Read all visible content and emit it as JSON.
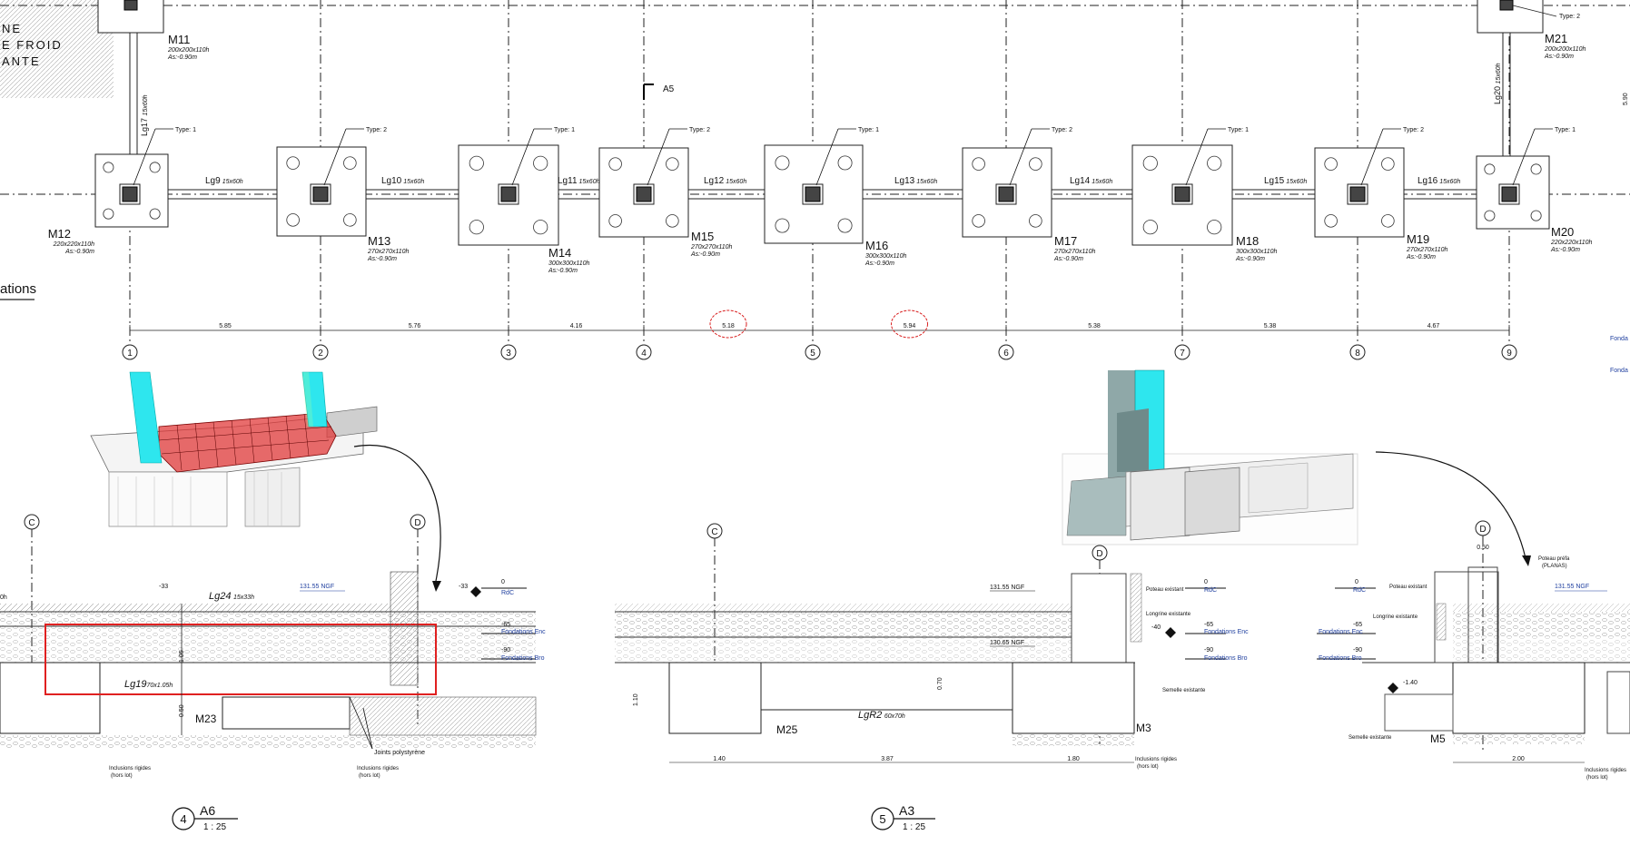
{
  "plan": {
    "corner_text": [
      "NE",
      "E FROID",
      "ANTE"
    ],
    "section_marker": "A5",
    "partial_title": "ations",
    "right_edge_labels": [
      "Fonda",
      "Fonda"
    ],
    "right_edge_dim": "5.90",
    "grid_axes": [
      "1",
      "2",
      "3",
      "4",
      "5",
      "6",
      "7",
      "8",
      "9"
    ],
    "spans": [
      "5.85",
      "5.76",
      "4.16",
      "5.18",
      "5.94",
      "5.38",
      "5.38",
      "4.67"
    ],
    "footings": [
      {
        "name": "M12",
        "size": "220x220x110h",
        "as": "As:-0.90m",
        "type": "Type: 1"
      },
      {
        "name": "M13",
        "size": "270x270x110h",
        "as": "As:-0.90m",
        "type": "Type: 2"
      },
      {
        "name": "M14",
        "size": "300x300x110h",
        "as": "As:-0.90m",
        "type": "Type: 1"
      },
      {
        "name": "M15",
        "size": "270x270x110h",
        "as": "As:-0.90m",
        "type": "Type: 2"
      },
      {
        "name": "M16",
        "size": "300x300x110h",
        "as": "As:-0.90m",
        "type": "Type: 1"
      },
      {
        "name": "M17",
        "size": "270x270x110h",
        "as": "As:-0.90m",
        "type": "Type: 2"
      },
      {
        "name": "M18",
        "size": "300x300x110h",
        "as": "As:-0.90m",
        "type": "Type: 1"
      },
      {
        "name": "M19",
        "size": "270x270x110h",
        "as": "As:-0.90m",
        "type": "Type: 2"
      },
      {
        "name": "M20",
        "size": "220x220x110h",
        "as": "As:-0.90m",
        "type": "Type: 1"
      }
    ],
    "top_footings": [
      {
        "name": "M11",
        "size": "200x200x110h",
        "as": "As:-0.90m"
      },
      {
        "name": "M21",
        "size": "200x200x110h",
        "as": "As:-0.90m",
        "type": "Type: 2"
      }
    ],
    "beams": [
      {
        "name": "Lg9",
        "size": "15x60h"
      },
      {
        "name": "Lg10",
        "size": "15x60h"
      },
      {
        "name": "Lg11",
        "size": "15x60h"
      },
      {
        "name": "Lg12",
        "size": "15x60h"
      },
      {
        "name": "Lg13",
        "size": "15x60h"
      },
      {
        "name": "Lg14",
        "size": "15x60h"
      },
      {
        "name": "Lg15",
        "size": "15x60h"
      },
      {
        "name": "Lg16",
        "size": "15x60h"
      }
    ],
    "vertical_beams": [
      {
        "name": "Lg17",
        "size": "15x60h"
      },
      {
        "name": "Lg20",
        "size": "15x60h"
      }
    ]
  },
  "section_a6": {
    "number": "4",
    "code": "A6",
    "scale": "1 : 25",
    "axes": [
      "C",
      "D"
    ],
    "ngf": "131.55 NGF",
    "beam_top": {
      "name": "Lg24",
      "size": "15x33h"
    },
    "beam_main": {
      "name": "Lg19",
      "size": "70x1.05h"
    },
    "footing": "M23",
    "joint_note": "Joints polystyrène",
    "inclusion_note": [
      "Inclusions rigides",
      "(hors lot)"
    ],
    "levels": [
      {
        "value": "0",
        "label": "RdC"
      },
      {
        "value": "-65",
        "label": "Fondations Enc"
      },
      {
        "value": "-90",
        "label": "Fondations Bro"
      }
    ],
    "spot_level": "-33",
    "left_dim": "0h",
    "dims": [
      "1.05",
      "0.50",
      "-33"
    ]
  },
  "section_a3": {
    "number": "5",
    "code": "A3",
    "scale": "1 : 25",
    "axes": [
      "C",
      "D"
    ],
    "ngf_top": "131.55 NGF",
    "ngf_bottom": "130.65 NGF",
    "beam": {
      "name": "LgR2",
      "size": "60x70h"
    },
    "footings": [
      "M25",
      "M3"
    ],
    "notes": [
      "Poteau existant",
      "Longrine existante",
      "Semelle existante"
    ],
    "spot_level": "-40",
    "levels": [
      {
        "value": "0",
        "label": "RdC"
      },
      {
        "value": "-65",
        "label": "Fondations Enc"
      },
      {
        "value": "-90",
        "label": "Fondations Bro"
      }
    ],
    "inclusion_note": [
      "Inclusions rigides",
      "(hors lot)"
    ],
    "dims": [
      "1.40",
      "3.87",
      "1.80",
      "1.10",
      "0.70"
    ]
  },
  "section_right": {
    "axis": "D",
    "ngf": "131.55 NGF",
    "footing": "M5",
    "notes": [
      "Poteau préfa",
      "(PLANAS)",
      "Poteau existant",
      "Longrine existante",
      "Semelle existante"
    ],
    "spot_level": "-1.40",
    "top_dim": "0.50",
    "bottom_dim": "2.00",
    "levels": [
      {
        "value": "0",
        "label": "RdC"
      },
      {
        "value": "-65",
        "label": "Fondations Enc"
      },
      {
        "value": "-90",
        "label": "Fondations Bro"
      }
    ],
    "inclusion_note": [
      "Inclusions rigides",
      "(hors lot)"
    ]
  },
  "colors": {
    "rebar_red": "#e23b3b",
    "column_cyan": "#2ee6ee",
    "ngf_blue": "#1f3f9f",
    "revision_cloud": "#d92020"
  }
}
